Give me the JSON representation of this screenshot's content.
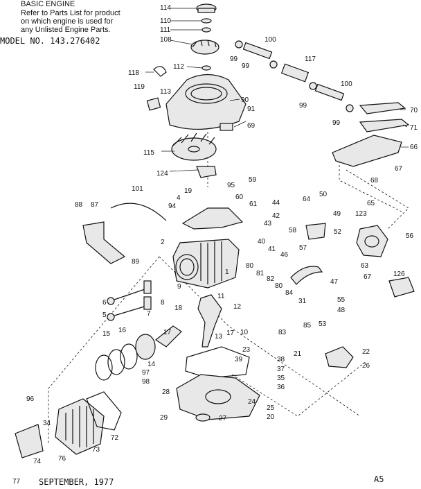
{
  "header": {
    "title": "BASIC ENGINE",
    "note_lines": [
      "Refer to Parts List for product",
      "on which engine is used for",
      "any Unlisted Engine Parts."
    ],
    "model": "MODEL NO. 143.276402"
  },
  "footer": {
    "date": "SEPTEMBER, 1977",
    "page_code": "A5"
  },
  "part_numbers": [
    "114",
    "110",
    "111",
    "108",
    "112",
    "118",
    "119",
    "113",
    "90",
    "91",
    "69",
    "100",
    "99",
    "99",
    "117",
    "100",
    "99",
    "99",
    "70",
    "71",
    "66",
    "67",
    "68",
    "115",
    "124",
    "101",
    "88",
    "87",
    "89",
    "95",
    "59",
    "19",
    "4",
    "94",
    "60",
    "61",
    "44",
    "42",
    "43",
    "40",
    "41",
    "2",
    "1",
    "64",
    "50",
    "49",
    "58",
    "57",
    "52",
    "65",
    "123",
    "56",
    "46",
    "63",
    "67",
    "126",
    "80",
    "82",
    "80",
    "84",
    "81",
    "47",
    "55",
    "31",
    "48",
    "53",
    "85",
    "83",
    "9",
    "6",
    "7",
    "5",
    "8",
    "18",
    "11",
    "12",
    "17",
    "13",
    "10",
    "16",
    "17",
    "15",
    "14",
    "97",
    "98",
    "23",
    "39",
    "38",
    "37",
    "35",
    "36",
    "21",
    "22",
    "26",
    "28",
    "24",
    "25",
    "20",
    "27",
    "29",
    "96",
    "34",
    "72",
    "73",
    "74",
    "76",
    "77"
  ]
}
